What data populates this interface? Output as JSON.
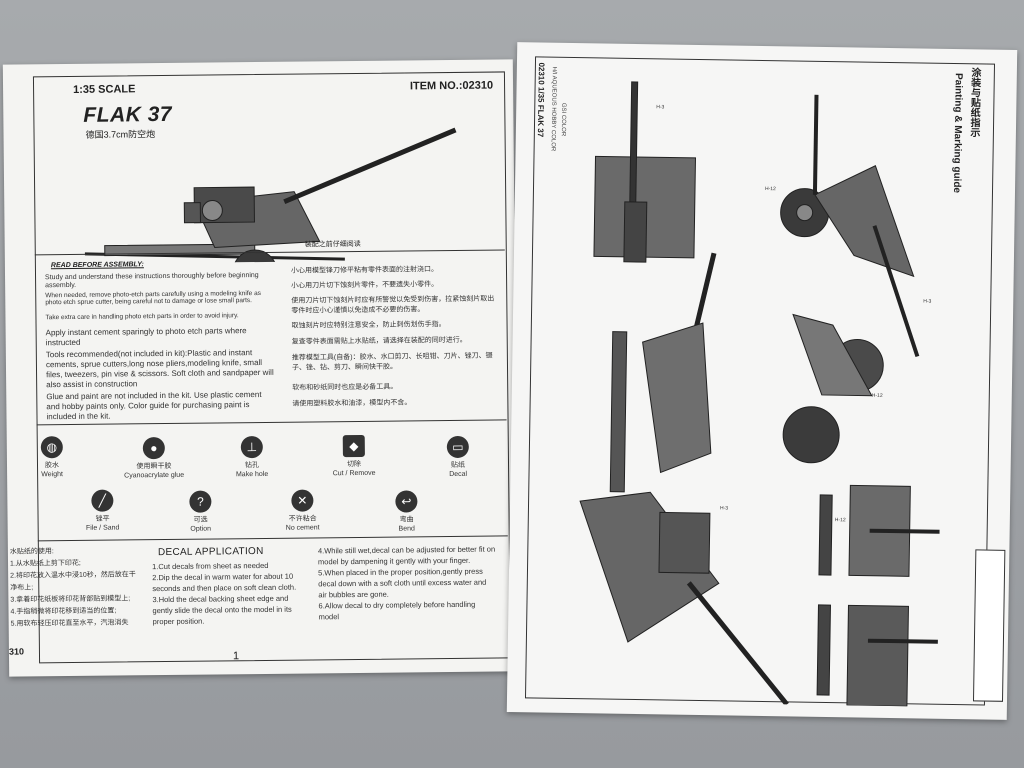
{
  "left_sheet": {
    "scale": "1:35 SCALE",
    "item_no": "ITEM  NO.:02310",
    "title": "FLAK 37",
    "subtitle": "德国3.7cm防空炮",
    "read_before_assembly": "READ BEFORE ASSEMBLY:",
    "read_before_assembly_cn": "装配之前仔细阅读",
    "instructions_en": [
      "Study and understand these instructions thoroughly before beginning assembly.",
      "When needed, remove photo-etch parts carefully using a modeling knife as photo etch sprue cutter, being careful not to damage or lose small parts.",
      "Take extra care in handling photo etch parts in order to avoid injury.",
      "Apply instant cement sparingly to photo etch parts where instructed",
      "Tools recommended(not included in kit):Plastic and instant cements, sprue cutters,long nose pliers,modeling knife, small files, tweezers, pin vise & scissors. Soft cloth and sandpaper will also assist in construction",
      "Glue and paint are not included in the kit. Use plastic cement and hobby paints only. Color guide for purchasing paint is included in the kit."
    ],
    "instructions_cn": [
      "小心用模型锋刀修平粘有零件表面的注射浇口。",
      "小心用刀片切下蚀刻片零件，不要遗失小零件。",
      "使用刀片切下蚀刻片时应有所警觉以免受到伤害，拉紧蚀刻片取出零件时应小心谨慎以免造成不必要的伤害。",
      "取蚀刻片时应特别注意安全，防止刺伤划伤手指。",
      "复查零件表面需贴上水贴纸，请选择在装配的同时进行。",
      "推荐模型工具(自备)：胶水、水口剪刀、长咀钳、刀片、锉刀、镊子、锉、钻、剪刀、瞬间快干胶。",
      "软布和砂纸同时也应是必备工具。",
      "请使用塑料胶水和油漆，模型内不含。"
    ],
    "symbols": [
      {
        "icon": "glue-icon",
        "cn": "胶水",
        "en": "Weight"
      },
      {
        "icon": "drop-icon",
        "cn": "使用瞬干胶",
        "en": "Cyanoacrylate glue"
      },
      {
        "icon": "drill-icon",
        "cn": "钻孔",
        "en": "Make hole"
      },
      {
        "icon": "cut-icon",
        "cn": "切除",
        "en": "Cut / Remove"
      },
      {
        "icon": "decal-icon",
        "cn": "贴纸",
        "en": "Decal"
      },
      {
        "icon": "file-icon",
        "cn": "锉平",
        "en": "File / Sand"
      },
      {
        "icon": "option-icon",
        "cn": "可选",
        "en": "Option"
      },
      {
        "icon": "no-cement-icon",
        "cn": "不许粘合",
        "en": "No cement"
      },
      {
        "icon": "bend-icon",
        "cn": "弯曲",
        "en": "Bend"
      }
    ],
    "decal_heading": "DECAL APPLICATION",
    "decal_cn": [
      "水贴纸的使用:",
      "1.从水贴纸上剪下印花;",
      "2.将印花放入温水中浸10秒，然后放在干净布上;",
      "3.拿着印花纸板将印花背部贴到模型上;",
      "4.手指稍微将印花移到适当的位置;",
      "5.用软布轻压印花直至水平，汽泡消失"
    ],
    "decal_steps_1": [
      "1.Cut decals from sheet as needed",
      "2.Dip the decal in warm water for about 10 seconds and then place on soft clean cloth.",
      "3.Hold the decal backing sheet edge and gently slide the decal onto the model in its proper position."
    ],
    "decal_steps_2": [
      "4.While still wet,decal can be adjusted for better fit on model by dampening it gently with your finger.",
      "5.When placed in the proper position,gently press decal down with a soft cloth until excess water and air bubbles are gone.",
      "6.Allow decal to dry completely before handling model"
    ],
    "page_number": "1",
    "code_partial": "310"
  },
  "right_sheet": {
    "title_cn": "涂装与贴纸指示",
    "title_en": "Painting & Marking guide",
    "side_title": "02310 1/35 FLAK 37",
    "side_sub": "H/I AQUEOUS HOBBY COLOR",
    "side_sub2": "GSI COLOR",
    "tags": [
      "H-3",
      "H-12",
      "H-3",
      "H-12",
      "H-3",
      "H-12"
    ]
  }
}
